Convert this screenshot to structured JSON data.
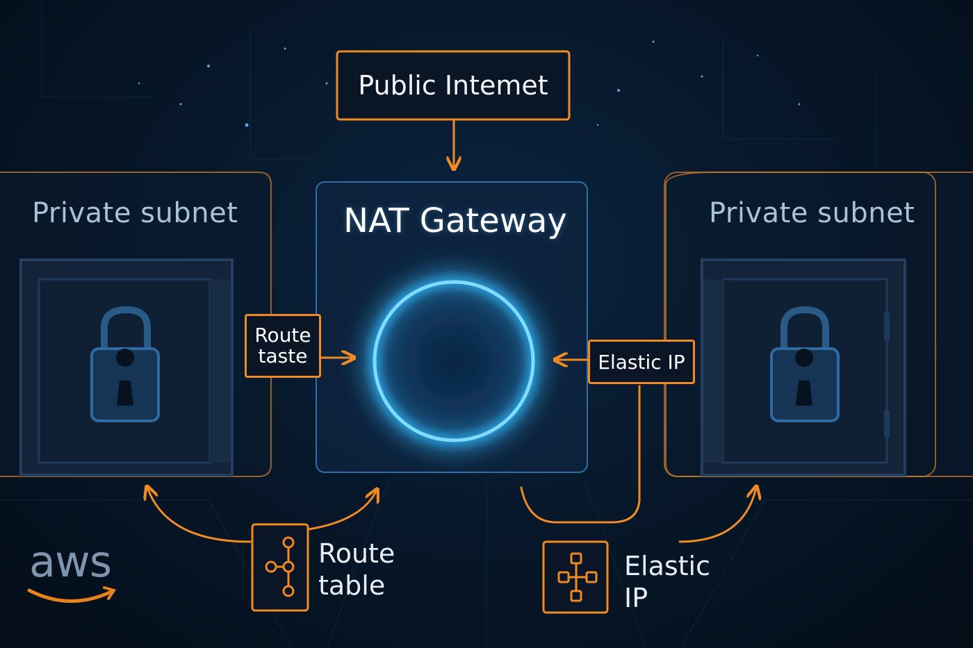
{
  "diagram": {
    "internet_label": "Public Intemet",
    "nat_label": "NAT Gateway",
    "left_subnet_label": "Private subnet",
    "right_subnet_label": "Private subnet",
    "route_tag_label": "Route taste",
    "elastic_tag_label": "Elastic IP",
    "legend_route_label": "Route table",
    "legend_elastic_label": "Elastic IP",
    "logo_text": "aws"
  },
  "colors": {
    "accent": "#f08a24",
    "glow": "#2fb8ff",
    "subnet_text": "#a9c2d8",
    "background": "#07182b"
  }
}
